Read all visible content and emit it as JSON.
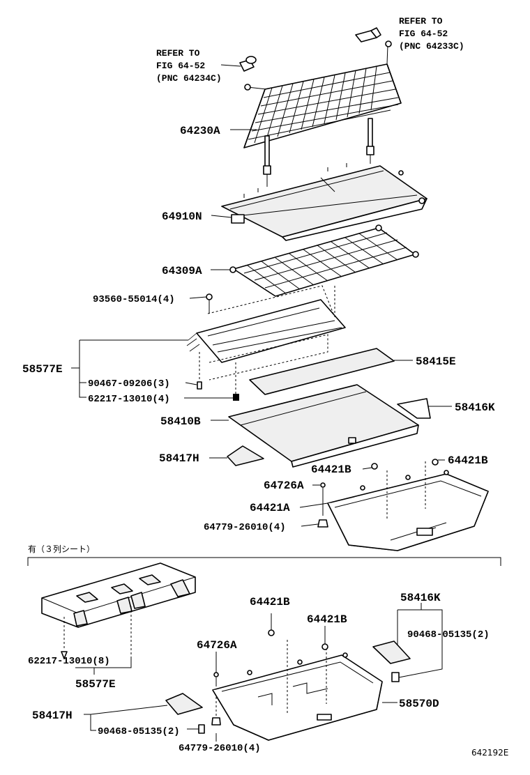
{
  "diagram_id": "642192E",
  "section_note": "有（３列シート）",
  "references": {
    "top_right": {
      "line1": "REFER TO",
      "line2": "FIG 64-52",
      "line3": "(PNC 64233C)"
    },
    "top_left": {
      "line1": "REFER TO",
      "line2": "FIG 64-52",
      "line3": "(PNC 64234C)"
    }
  },
  "labels": {
    "p64230A": "64230A",
    "p64910N": "64910N",
    "p64309A": "64309A",
    "p93560": "93560-55014(4)",
    "p58577E": "58577E",
    "p90467": "90467-09206(3)",
    "p62217_4": "62217-13010(4)",
    "p58415E": "58415E",
    "p58416K": "58416K",
    "p58410B": "58410B",
    "p58417H": "58417H",
    "p64421B_a": "64421B",
    "p64421B_b": "64421B",
    "p64726A": "64726A",
    "p64421A": "64421A",
    "p64779_4": "64779-26010(4)",
    "p64421B_c": "64421B",
    "p64421B_d": "64421B",
    "p58416K_2": "58416K",
    "p64726A_2": "64726A",
    "p90468_a": "90468-05135(2)",
    "p62217_8": "62217-13010(8)",
    "p58577E_2": "58577E",
    "p58570D": "58570D",
    "p58417H_2": "58417H",
    "p90468_b": "90468-05135(2)",
    "p64779_b": "64779-26010(4)"
  }
}
